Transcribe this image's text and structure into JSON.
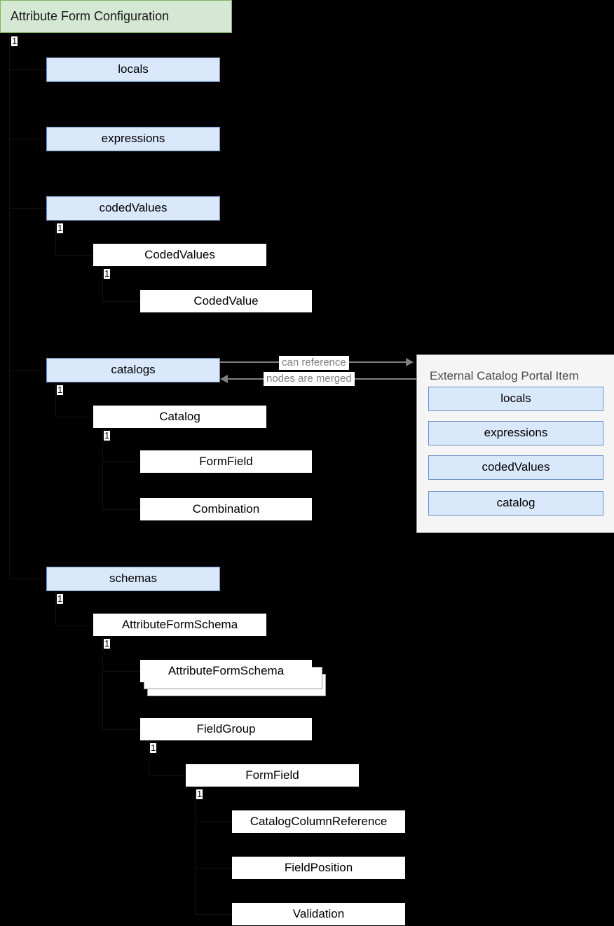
{
  "diagram": {
    "title": "Attribute Form Configuration",
    "background_color": "#000000",
    "colors": {
      "root_fill": "#d5e8d4",
      "root_stroke": "#82b366",
      "property_fill": "#dae8fc",
      "property_stroke": "#6c8ebf",
      "type_fill": "#ffffff",
      "panel_fill": "#f5f5f5",
      "panel_stroke": "#999999",
      "edge_color": "#808080"
    }
  },
  "root": {
    "label": "Attribute Form Configuration",
    "multiplicity": "1"
  },
  "properties": [
    {
      "label": "locals",
      "multiplicity": ""
    },
    {
      "label": "expressions",
      "multiplicity": ""
    },
    {
      "label": "codedValues",
      "multiplicity": "1"
    },
    {
      "label": "catalogs",
      "multiplicity": "1"
    },
    {
      "label": "schemas",
      "multiplicity": "1"
    }
  ],
  "coded_values_branch": [
    {
      "label": "CodedValues",
      "multiplicity": "1"
    },
    {
      "label": "CodedValue",
      "multiplicity": ""
    }
  ],
  "catalogs_branch": [
    {
      "label": "Catalog",
      "multiplicity": "1"
    },
    {
      "label": "FormField",
      "multiplicity": ""
    },
    {
      "label": "Combination",
      "multiplicity": ""
    }
  ],
  "schemas_branch": [
    {
      "label": "AttributeFormSchema",
      "multiplicity": "1",
      "stacked": false
    },
    {
      "label": "AttributeFormSchema",
      "multiplicity": "",
      "stacked": true
    },
    {
      "label": "FieldGroup",
      "multiplicity": "1"
    },
    {
      "label": "FormField",
      "multiplicity": "1"
    },
    {
      "label": "CatalogColumnReference",
      "multiplicity": ""
    },
    {
      "label": "FieldPosition",
      "multiplicity": ""
    },
    {
      "label": "Validation",
      "multiplicity": ""
    }
  ],
  "external_panel": {
    "title": "External Catalog Portal Item",
    "items": [
      {
        "label": "locals"
      },
      {
        "label": "expressions"
      },
      {
        "label": "codedValues"
      },
      {
        "label": "catalog"
      }
    ]
  },
  "edges": [
    {
      "label": "can reference",
      "direction": "catalogs-to-external"
    },
    {
      "label": "nodes are merged",
      "direction": "external-to-catalogs"
    }
  ]
}
